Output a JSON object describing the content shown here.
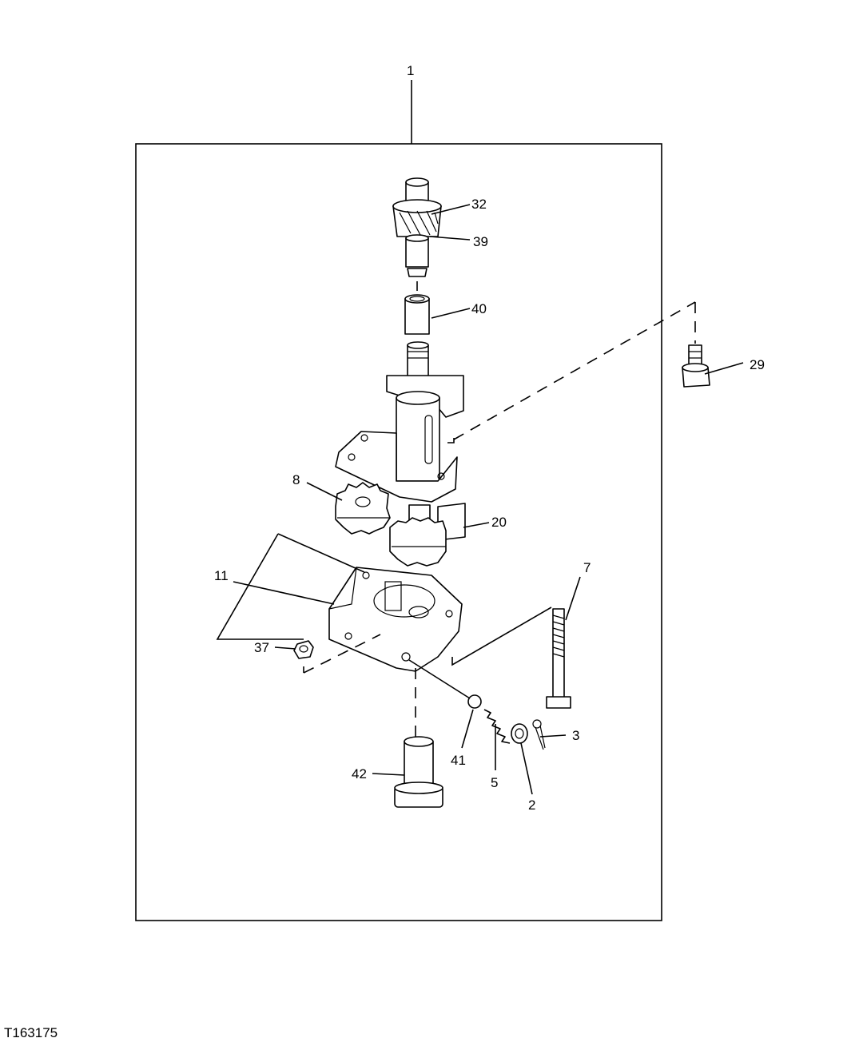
{
  "figure_id": "T163175",
  "callouts": {
    "c1": "1",
    "c32": "32",
    "c39": "39",
    "c40": "40",
    "c29": "29",
    "c8": "8",
    "c20": "20",
    "c11": "11",
    "c7": "7",
    "c37": "37",
    "c3": "3",
    "c41": "41",
    "c5": "5",
    "c2": "2",
    "c42": "42"
  }
}
